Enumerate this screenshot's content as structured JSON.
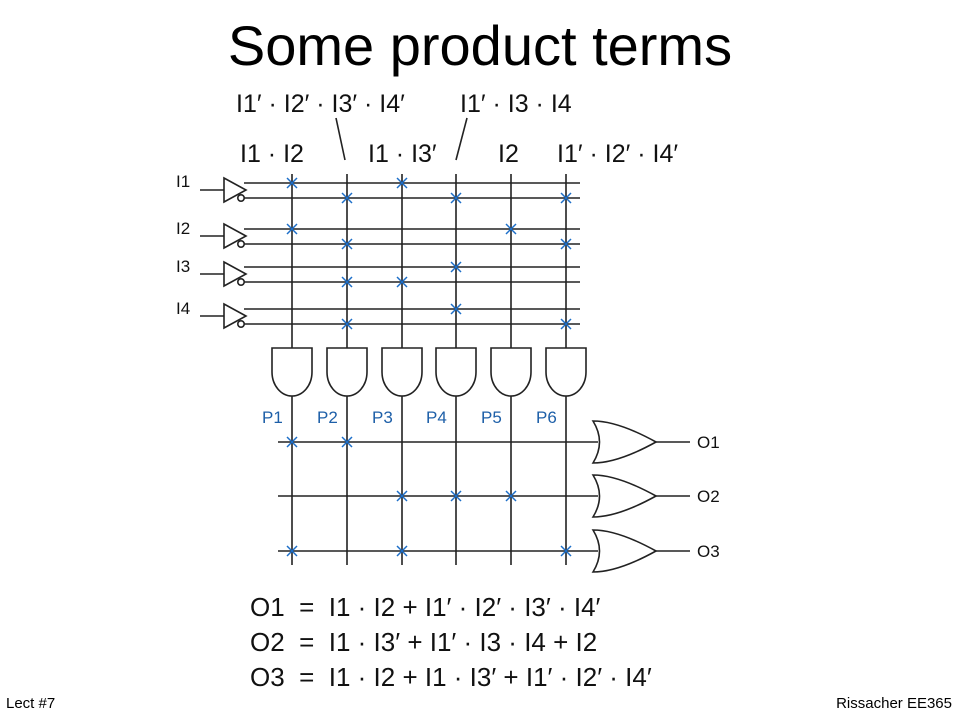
{
  "slide": {
    "title": "Some product terms",
    "footer_left": "Lect #7",
    "footer_right": "Rissacher EE365"
  },
  "diagram": {
    "term_labels_top": [
      "I1′ · I2′ · I3′ · I4′",
      "I1′ · I3 · I4"
    ],
    "term_labels_bottom": [
      "I1 · I2",
      "I1 · I3′",
      "I2",
      "I1′ · I2′ · I4′"
    ],
    "inputs": [
      "I1",
      "I2",
      "I3",
      "I4"
    ],
    "products": [
      "P1",
      "P2",
      "P3",
      "P4",
      "P5",
      "P6"
    ],
    "outputs": [
      "O1",
      "O2",
      "O3"
    ],
    "and_connections": [
      [
        [
          0,
          "true"
        ],
        [
          1,
          "true"
        ]
      ],
      [
        [
          0,
          "comp"
        ],
        [
          1,
          "comp"
        ],
        [
          2,
          "comp"
        ],
        [
          3,
          "comp"
        ]
      ],
      [
        [
          0,
          "true"
        ],
        [
          2,
          "comp"
        ]
      ],
      [
        [
          0,
          "comp"
        ],
        [
          2,
          "true"
        ],
        [
          3,
          "true"
        ]
      ],
      [
        [
          1,
          "true"
        ]
      ],
      [
        [
          0,
          "comp"
        ],
        [
          1,
          "comp"
        ],
        [
          3,
          "comp"
        ]
      ]
    ],
    "or_connections": [
      [
        0,
        1
      ],
      [
        2,
        3,
        4
      ],
      [
        0,
        2,
        5
      ]
    ],
    "colors": {
      "fuse": "#1d6fc9",
      "product_label": "#1d5fa8",
      "wire": "#222222"
    }
  },
  "equations": [
    "O1  =  I1 · I2 + I1′ · I2′ · I3′ · I4′",
    "O2  =  I1 · I3′ + I1′ · I3 · I4 + I2",
    "O3  =  I1 · I2 + I1 · I3′ + I1′ · I2′ · I4′"
  ]
}
